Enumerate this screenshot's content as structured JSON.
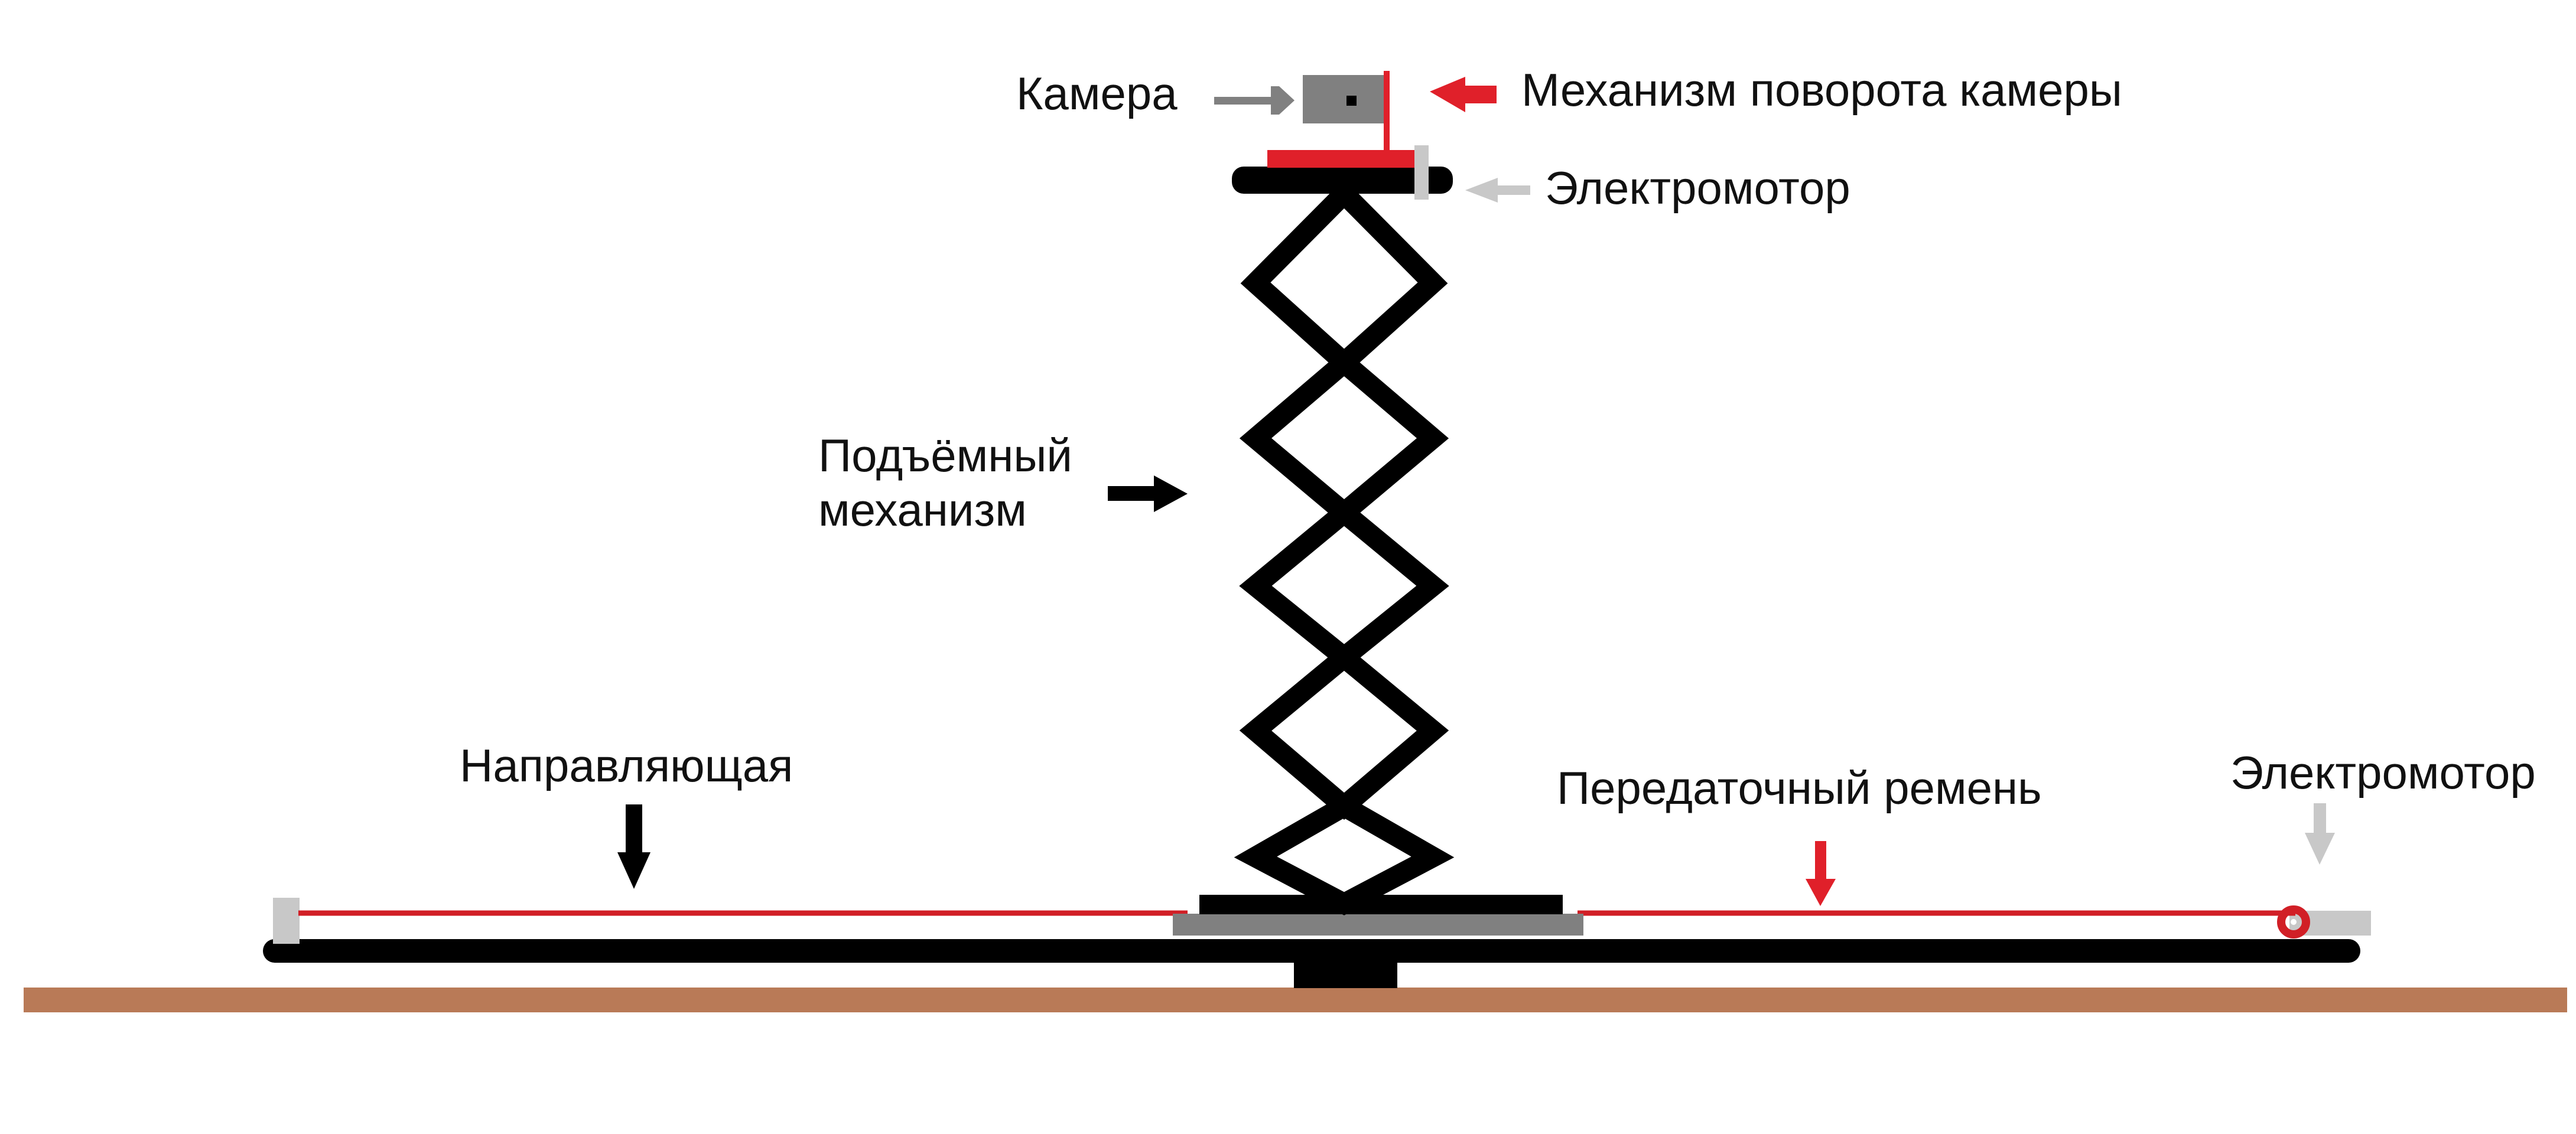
{
  "labels": {
    "camera": "Камера",
    "camera_rotation": "Механизм поворота камеры",
    "motor_top": "Электромотор",
    "lift_line1": "Подъёмный",
    "lift_line2": "механизм",
    "guide": "Направляющая",
    "belt": "Передаточный ремень",
    "motor_right": "Электромотор"
  },
  "colors": {
    "structure": "#000000",
    "belt": "#d11f26",
    "rotation_arrow": "#e0202a",
    "camera_arrow": "#808080",
    "motor": "#c8c8c8",
    "carriage": "#808080",
    "floor": "#b97a57"
  },
  "icons": {
    "camera": "camera-box",
    "arrow_right": "arrow-right",
    "arrow_left": "arrow-left",
    "arrow_down": "arrow-down"
  }
}
